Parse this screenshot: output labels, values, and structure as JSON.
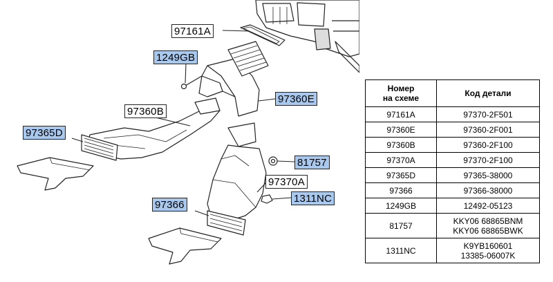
{
  "callouts": {
    "c97161A": "97161A",
    "c1249GB": "1249GB",
    "c97360E": "97360E",
    "c97360B": "97360B",
    "c97365D": "97365D",
    "c81757": "81757",
    "c97370A": "97370A",
    "c1311NC": "1311NC",
    "c97366": "97366"
  },
  "table": {
    "headers": [
      "Номер\nна схеме",
      "Код детали"
    ],
    "rows": [
      [
        "97161A",
        "97370-2F501"
      ],
      [
        "97360E",
        "97360-2F001"
      ],
      [
        "97360B",
        "97360-2F100"
      ],
      [
        "97370A",
        "97370-2F100"
      ],
      [
        "97365D",
        "97365-38000"
      ],
      [
        "97366",
        "97366-38000"
      ],
      [
        "1249GB",
        "12492-05123"
      ],
      [
        "81757",
        "KKY06 68865BNM\nKKY06 68865BWK"
      ],
      [
        "1311NC",
        "K9YB160601\n13385-06007K"
      ]
    ]
  },
  "colors": {
    "highlight": "#a9c8ee",
    "line": "#222222"
  }
}
